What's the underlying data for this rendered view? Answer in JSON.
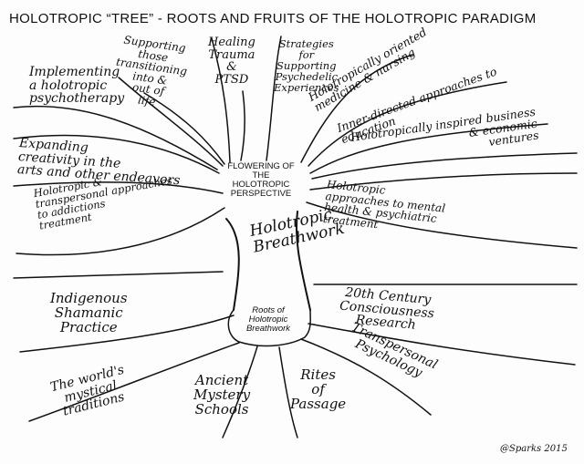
{
  "title": "HOLOTROPIC “TREE” - ROOTS AND FRUITS OF THE HOLOTROPIC PARADIGM",
  "center": {
    "flowering": "FLOWERING OF\nTHE\nHOLOTROPIC\nPERSPECTIVE",
    "trunk": "Holotropic\nBreathwork",
    "roots": "Roots of\nHolotropic\nBreathwork"
  },
  "fruits": {
    "implementing": "Implementing\na holotropic\npsychotherapy",
    "supporting": "Supporting\nthose\ntransitioning\ninto &\nout of\nlife",
    "healing": "Healing\nTrauma\n&\nPTSD",
    "strategies": "Strategies\nfor\nSupporting\nPsychedelic\nExperiences",
    "medicine": "Holotropically oriented\nmedicine & nursing",
    "education": "Inner-directed approaches to\neducation",
    "business": "Holotropically inspired business\n& economic\nventures",
    "mental_health": "Holotropic\napproaches to mental\nhealth & psychiatric\ntreatment",
    "creativity": "Expanding\ncreativity in the\narts and other endeavors",
    "addiction": "Holotropic &\ntranspersonal approaches\nto addictions\ntreatment"
  },
  "roots": {
    "indigenous": "Indigenous\nShamanic\nPractice",
    "mystical": "The world's\nmystical\ntraditions",
    "mystery": "Ancient\nMystery\nSchools",
    "rites": "Rites\nof\nPassage",
    "consciousness": "20th Century\nConsciousness\nResearch",
    "transpersonal": "Transpersonal\nPsychology"
  },
  "signature": "@Sparks 2015"
}
